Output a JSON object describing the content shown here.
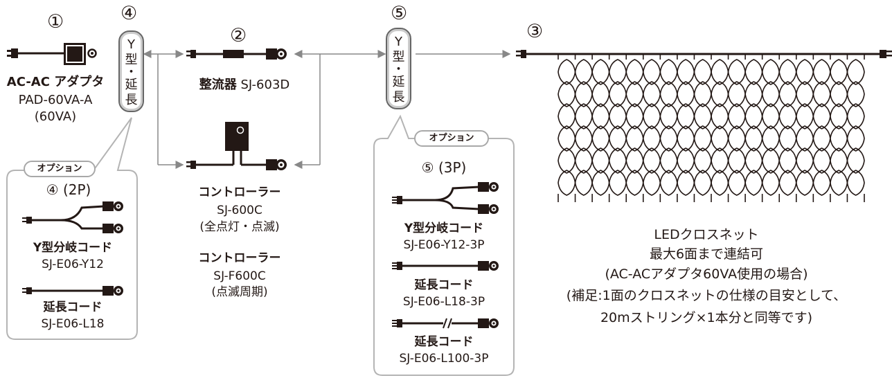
{
  "circled": {
    "n1": "①",
    "n2": "②",
    "n3": "③",
    "n4": "④",
    "n5": "⑤"
  },
  "pill_left": {
    "c1": "Y",
    "c2": "型",
    "c3": "・",
    "c4": "延",
    "c5": "長"
  },
  "pill_right": {
    "c1": "Y",
    "c2": "型",
    "c3": "・",
    "c4": "延",
    "c5": "長"
  },
  "adapter": {
    "title": "AC-AC アダプタ",
    "model": "PAD-60VA-A",
    "rating": "(60VA)"
  },
  "rectifier": {
    "title": "整流器",
    "model": "SJ-603D"
  },
  "controller1": {
    "title": "コントローラー",
    "model": "SJ-600C",
    "note": "(全点灯・点滅)"
  },
  "controller2": {
    "title": "コントローラー",
    "model": "SJ-F600C",
    "note": "(点滅周期)"
  },
  "option_left": {
    "label": "オプション",
    "heading": "④ (2P)",
    "y_title": "Y型分岐コード",
    "y_model": "SJ-E06-Y12",
    "ext_title": "延長コード",
    "ext_model": "SJ-E06-L18"
  },
  "option_right": {
    "label": "オプション",
    "heading": "⑤ (3P)",
    "y_title": "Y型分岐コード",
    "y_model": "SJ-E06-Y12-3P",
    "ext_title": "延長コード",
    "ext_model": "SJ-E06-L18-3P",
    "ext2_title": "延長コード",
    "ext2_model": "SJ-E06-L100-3P"
  },
  "net": {
    "line1": "LEDクロスネット",
    "line2": "最大6面まで連結可",
    "line3": "(AC-ACアダプタ60VA使用の場合)",
    "line4": "(補足:1面のクロスネットの仕様の目安として、",
    "line5": "20mストリング×1本分と同等です)"
  }
}
